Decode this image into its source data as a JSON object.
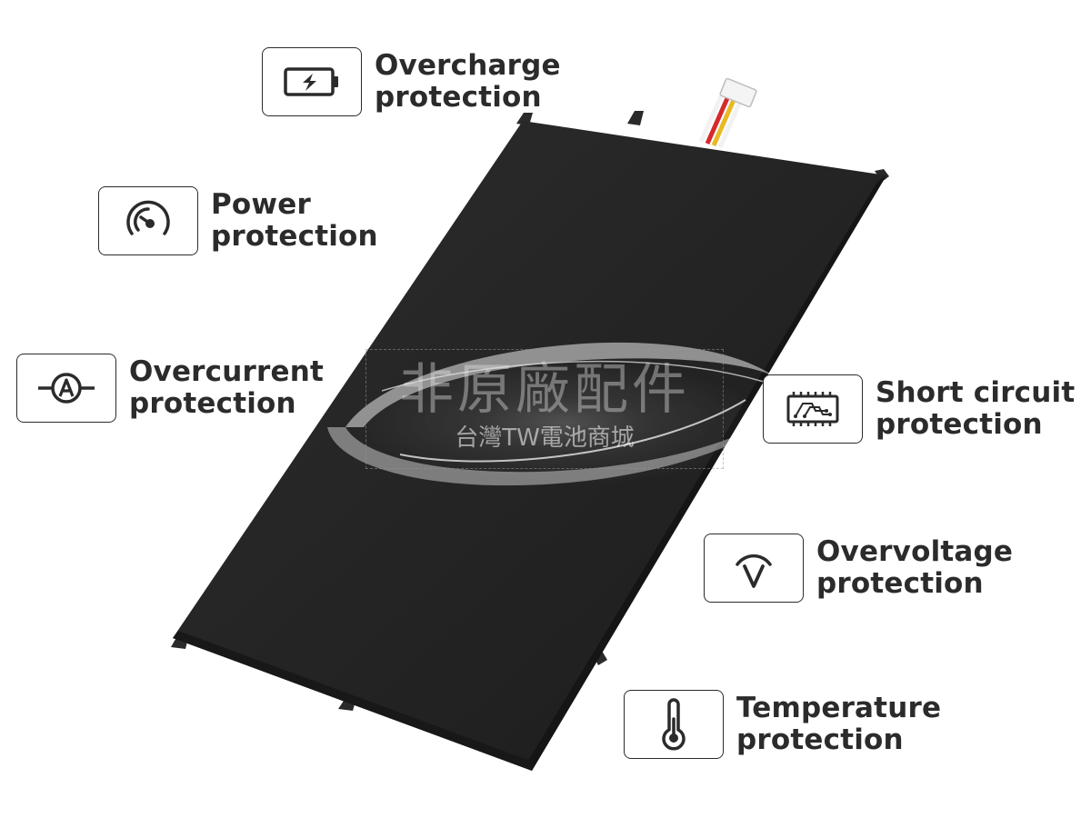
{
  "features": [
    {
      "id": "overcharge",
      "line1": "Overcharge",
      "line2": "protection",
      "icon": "battery-charge-icon"
    },
    {
      "id": "power",
      "line1": "Power",
      "line2": "protection",
      "icon": "gauge-icon"
    },
    {
      "id": "overcurrent",
      "line1": "Overcurrent",
      "line2": "protection",
      "icon": "ammeter-icon"
    },
    {
      "id": "short_circuit",
      "line1": "Short circuit",
      "line2": "protection",
      "icon": "circuit-board-icon"
    },
    {
      "id": "overvoltage",
      "line1": "Overvoltage",
      "line2": "protection",
      "icon": "voltage-icon"
    },
    {
      "id": "temperature",
      "line1": "Temperature",
      "line2": "protection",
      "icon": "thermometer-icon"
    }
  ],
  "watermark": {
    "main": "非原廠配件",
    "sub": "台灣TW電池商城"
  },
  "colors": {
    "battery_body": "#262626",
    "text": "#2b2b2b",
    "wire_red": "#d62b2b",
    "wire_yellow": "#e8b923",
    "wire_white": "#f2f2f2"
  }
}
